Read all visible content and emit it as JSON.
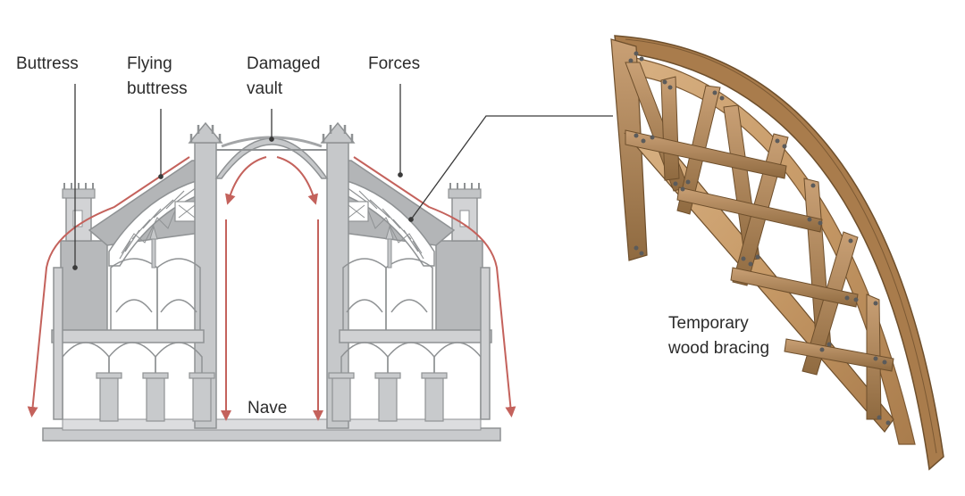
{
  "labels": {
    "buttress": "Buttress",
    "flying_buttress_line1": "Flying",
    "flying_buttress_line2": "buttress",
    "damaged_vault_line1": "Damaged",
    "damaged_vault_line2": "vault",
    "forces": "Forces",
    "nave": "Nave",
    "bracing_line1": "Temporary",
    "bracing_line2": "wood bracing"
  },
  "colors": {
    "stone_dark": "#8f9294",
    "stone_mid": "#b9bbbd",
    "stone_light": "#dfe0e1",
    "force_arrow": "#c4625c",
    "wood": "#c79a67",
    "wood_dark": "#8f6a40",
    "leader": "#3a3a3a",
    "text": "#2b2b2b"
  },
  "icons": {
    "force_arrow": "down-arrow-icon"
  }
}
